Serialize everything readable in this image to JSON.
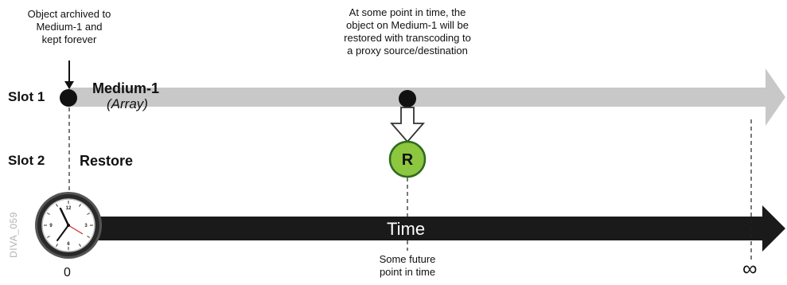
{
  "annotations": {
    "archived_note": "Object archived to\nMedium-1 and\nkept forever",
    "restore_note": "At some point in time, the\nobject on Medium-1 will be\nrestored with transcoding to\na proxy source/destination",
    "future_note": "Some future\npoint in time"
  },
  "slots": {
    "slot1": "Slot 1",
    "slot2": "Slot 2"
  },
  "medium": {
    "name": "Medium-1",
    "type": "(Array)"
  },
  "restore_label": "Restore",
  "restore_marker": "R",
  "timeline": {
    "label": "Time",
    "start": "0",
    "end": "∞"
  },
  "clock": {
    "numbers": [
      "12",
      "3",
      "6",
      "9"
    ]
  },
  "figure_id": "DIVA_059",
  "colors": {
    "medium_arrow": "#c8c8c8",
    "time_arrow": "#1a1a1a",
    "restore_circle": "#8dc63f",
    "restore_circle_border": "#2e6b1f"
  }
}
